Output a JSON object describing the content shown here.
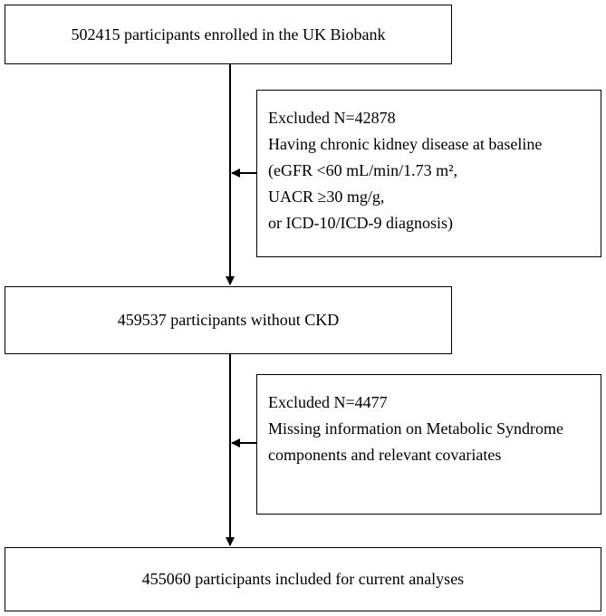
{
  "flowchart": {
    "steps": [
      {
        "label": "502415 participants enrolled in the UK Biobank"
      },
      {
        "label": "459537 participants without CKD"
      },
      {
        "label": "455060 participants included for current analyses"
      }
    ],
    "exclusions": [
      {
        "lines": [
          "Excluded N=42878",
          "Having chronic kidney disease at baseline",
          "(eGFR <60 mL/min/1.73 m²,",
          "UACR ≥30 mg/g,",
          "or ICD-10/ICD-9 diagnosis)"
        ]
      },
      {
        "lines": [
          "Excluded N=4477",
          "Missing information on Metabolic Syndrome",
          "components and relevant covariates"
        ]
      }
    ]
  }
}
